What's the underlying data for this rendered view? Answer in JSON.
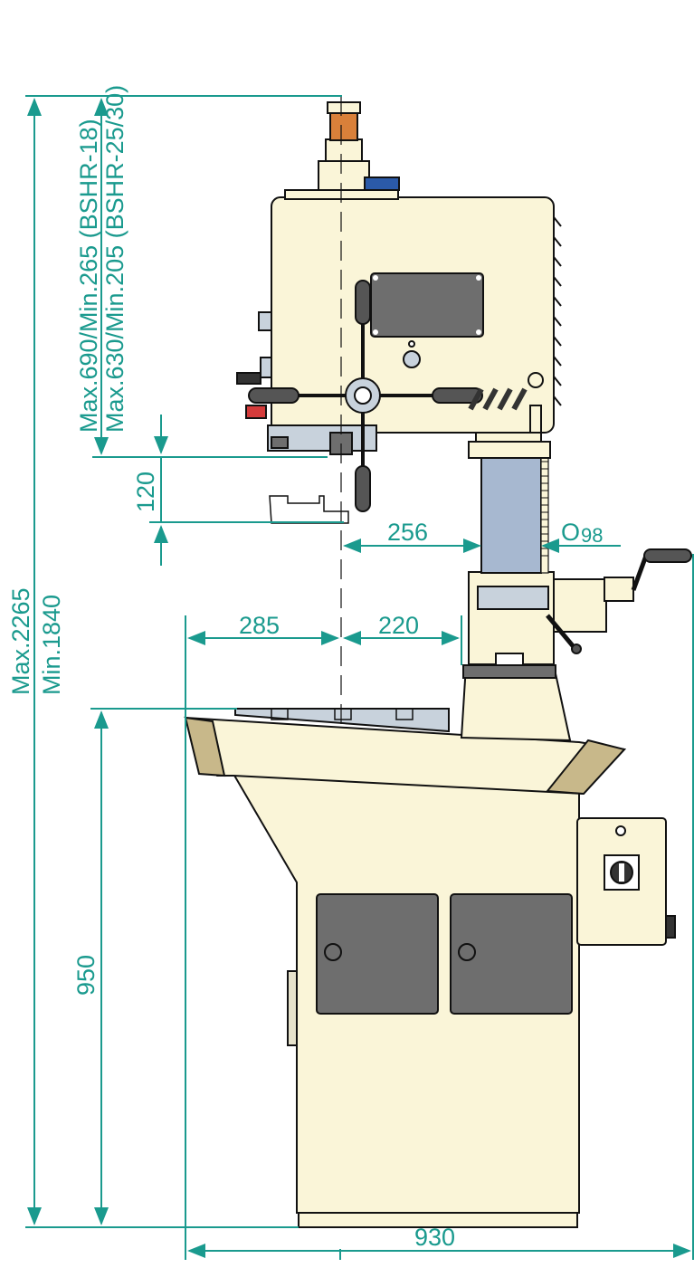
{
  "colors": {
    "dimension": "#1a9a8e",
    "body": "#faf5d8",
    "outline": "#111111",
    "panel": "#6e6e6e",
    "column": "#a7b8d0",
    "table": "#c8d2dc",
    "accent_gold": "#c8b88a",
    "bellows": "#d9803a"
  },
  "dimensions": {
    "head_max_min_18": "Max.690/Min.265 (BSHR-18)",
    "head_max_min_25_30": "Max.630/Min.205 (BSHR-25/30)",
    "table_height_max": "Max.2265",
    "table_height_min": "Min.1840",
    "quill_travel": "120",
    "throat_depth": "256",
    "column_diameter_symbol": "O",
    "column_diameter": "98",
    "table_left": "285",
    "table_right": "220",
    "base_height": "950",
    "overall_width": "930"
  }
}
